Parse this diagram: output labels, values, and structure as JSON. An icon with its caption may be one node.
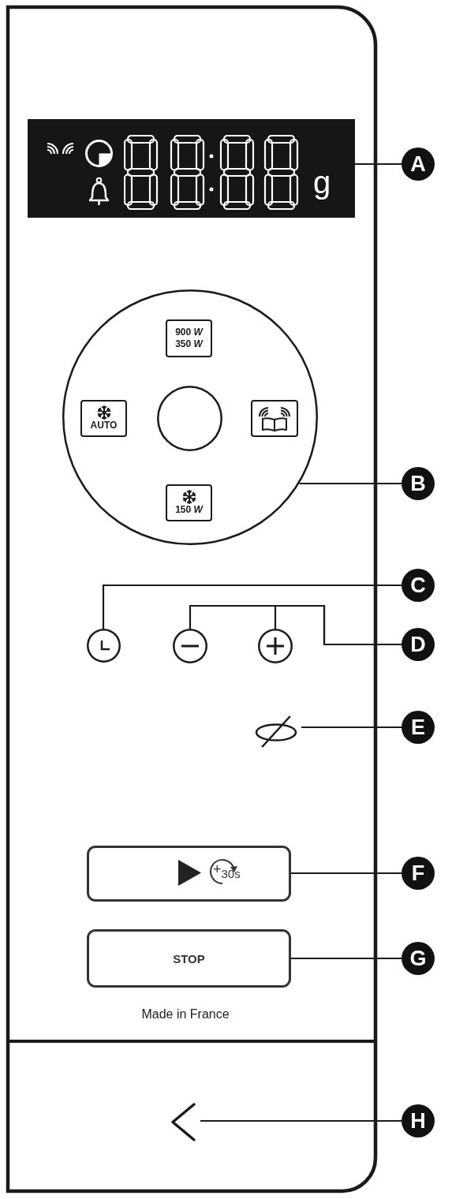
{
  "diagram": {
    "nodes": [
      {
        "text": [
          "g"
        ]
      },
      {
        "text": [
          "A"
        ]
      },
      {
        "text": [],
        "shape": "circle"
      },
      {
        "text": [
          "900 *W* 350 *W*"
        ],
        "in": 2
      },
      {
        "text": [
          "AUTO"
        ],
        "in": 2
      },
      {
        "text": [],
        "shape": "circle",
        "in": 2
      },
      {
        "text": [],
        "shape": "box",
        "in": 2
      },
      {
        "text": [
          "150 *W*"
        ],
        "in": 2
      },
      {
        "text": [
          "B"
        ]
      },
      {
        "text": [
          "C"
        ]
      },
      {
        "text": [],
        "shape": "circle"
      },
      {
        "text": [],
        "shape": "circle"
      },
      {
        "text": [],
        "shape": "circle"
      },
      {
        "text": [
          "D"
        ]
      },
      {
        "text": [],
        "shape": "ellipse"
      },
      {
        "text": [
          "E"
        ]
      },
      {
        "text": [
          "+$_{30s}$"
        ]
      },
      {
        "text": [
          "F"
        ]
      },
      {
        "text": [
          "STOP"
        ]
      },
      {
        "text": [
          "G"
        ]
      },
      {
        "text": [],
        "shape": "picture"
      },
      {
        "text": [
          "H"
        ]
      }
    ],
    "edges": [
      {
        "from": 1,
        "to": 0,
        "arrow": "none"
      },
      {
        "from": 8,
        "to": 2,
        "arrow": "none"
      },
      {
        "from": 9,
        "to": 10,
        "arrow": "none"
      },
      {
        "from": 13,
        "to": 11,
        "arrow": "none"
      },
      {
        "from": 13,
        "to": 12,
        "arrow": "none"
      },
      {
        "from": 15,
        "to": 14,
        "arrow": "none"
      },
      {
        "from": 17,
        "to": 16,
        "arrow": "none"
      },
      {
        "from": 19,
        "to": 18,
        "arrow": "none"
      },
      {
        "from": 21,
        "to": 20,
        "arrow": "none"
      }
    ],
    "labels": [
      "Made in France"
    ]
  }
}
